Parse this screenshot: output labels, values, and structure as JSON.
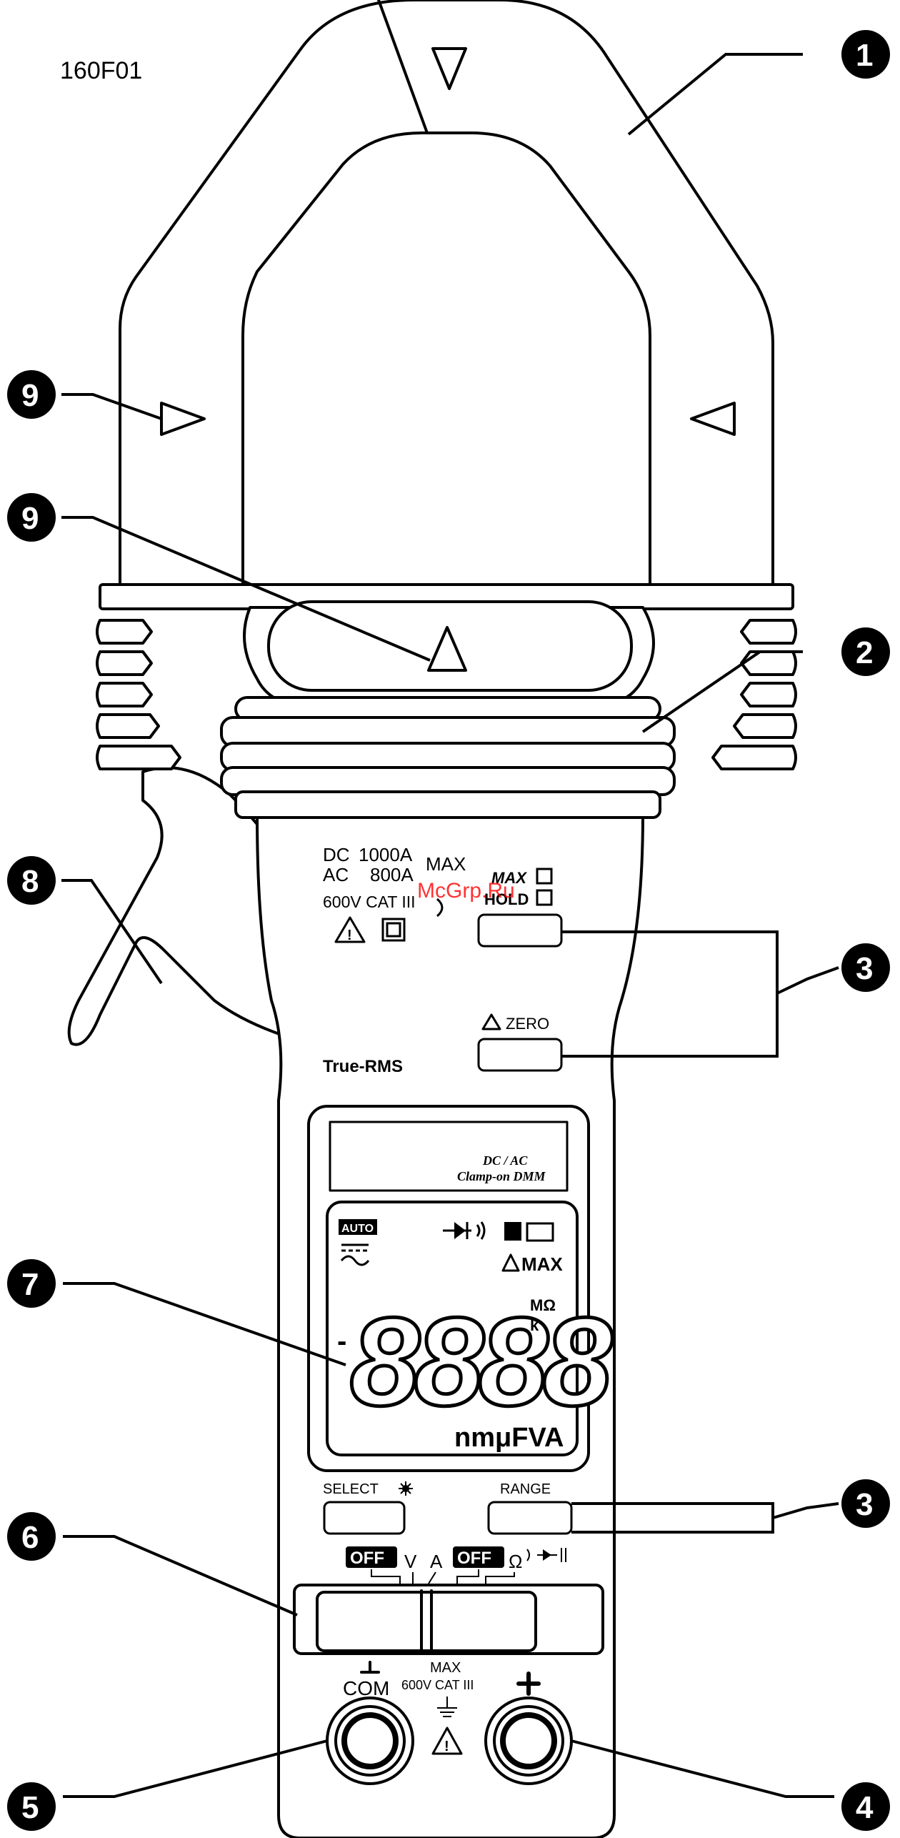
{
  "figure_id": "160F01",
  "watermark": "McGrp.Ru",
  "callouts": [
    "1",
    "2",
    "3",
    "4",
    "5",
    "6",
    "7",
    "8",
    "9"
  ],
  "ratings": {
    "dc_label": "DC",
    "dc_value": "1000A",
    "ac_label": "AC",
    "ac_value": "800A",
    "max": "MAX",
    "category": "600V CAT III"
  },
  "buttons": {
    "max": "MAX",
    "hold": "HOLD",
    "zero": "ZERO",
    "select": "SELECT",
    "range": "RANGE"
  },
  "brand_text": "True-RMS",
  "window_label_1": "DC / AC",
  "window_label_2": "Clamp-on DMM",
  "lcd": {
    "auto": "AUTO",
    "max": "MAX",
    "digits": "8888",
    "unit_mohm": "MΩ",
    "unit_k": "k",
    "units_row": "nmμFVA"
  },
  "dial": {
    "off": "OFF",
    "v": "V",
    "a": "A",
    "ohm": "Ω"
  },
  "terminals": {
    "com": "COM",
    "max": "MAX",
    "rating": "600V CAT III"
  },
  "colors": {
    "ink": "#000000",
    "paper": "#ffffff",
    "watermark": "#ff0000"
  }
}
